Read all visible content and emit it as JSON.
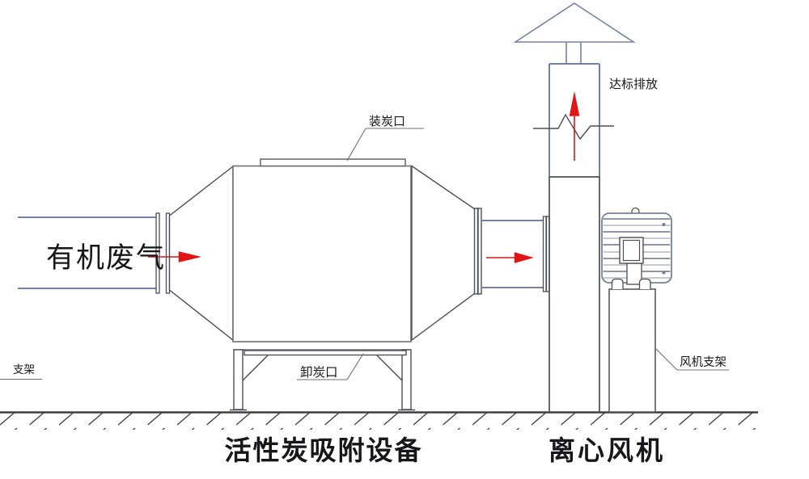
{
  "colors": {
    "line_dark": "#4b4f57",
    "line_gray": "#6e7075",
    "line_blue": "#7681a6",
    "arrow_red": "#e01515",
    "fin_dark": "#6f7589",
    "fin_light": "#b6bac6",
    "ground": "#3f4043",
    "text": "#15171b",
    "background": "#ffffff"
  },
  "labels": {
    "inlet_gas": "有机废气",
    "top_port": "装炭口",
    "bottom_port": "卸炭口",
    "emission": "达标排放",
    "fan_support": "风机支架",
    "left_support": "支架"
  },
  "captions": {
    "adsorber": "活性炭吸附设备",
    "fan": "离心风机"
  }
}
